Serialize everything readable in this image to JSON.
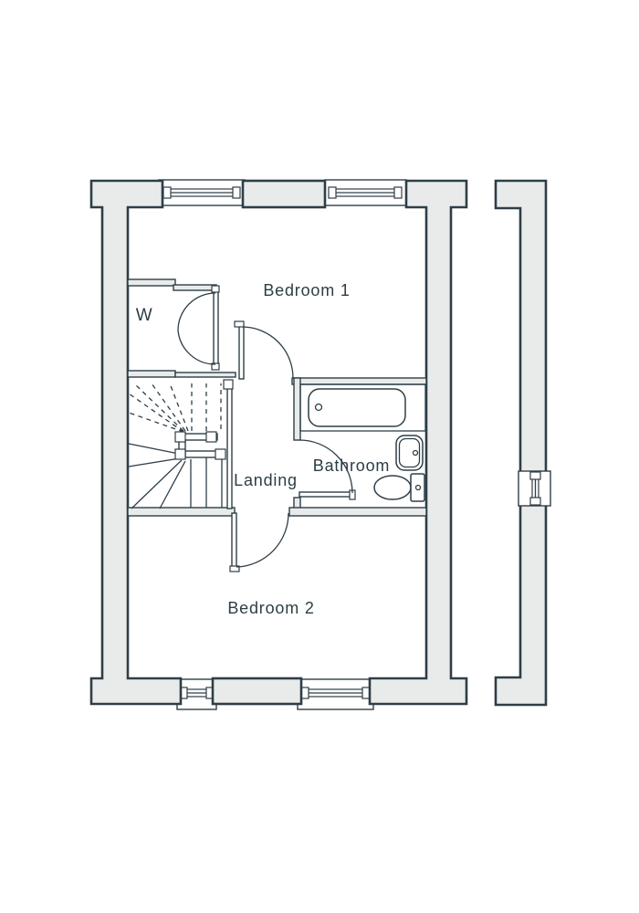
{
  "floor_plan": {
    "labels": {
      "bedroom1": "Bedroom 1",
      "wardrobe": "W",
      "landing": "Landing",
      "bathroom": "Bathroom",
      "bedroom2": "Bedroom 2"
    },
    "colors": {
      "background": "#ffffff",
      "wall_fill": "#e9ebeb",
      "line_color": "#2e3e47",
      "text_color": "#2c3e46"
    },
    "fixtures": [
      "bathtub",
      "basin",
      "toilet",
      "staircase",
      "wardrobe-double-doors"
    ],
    "window_count": 5,
    "door_count": 3
  }
}
